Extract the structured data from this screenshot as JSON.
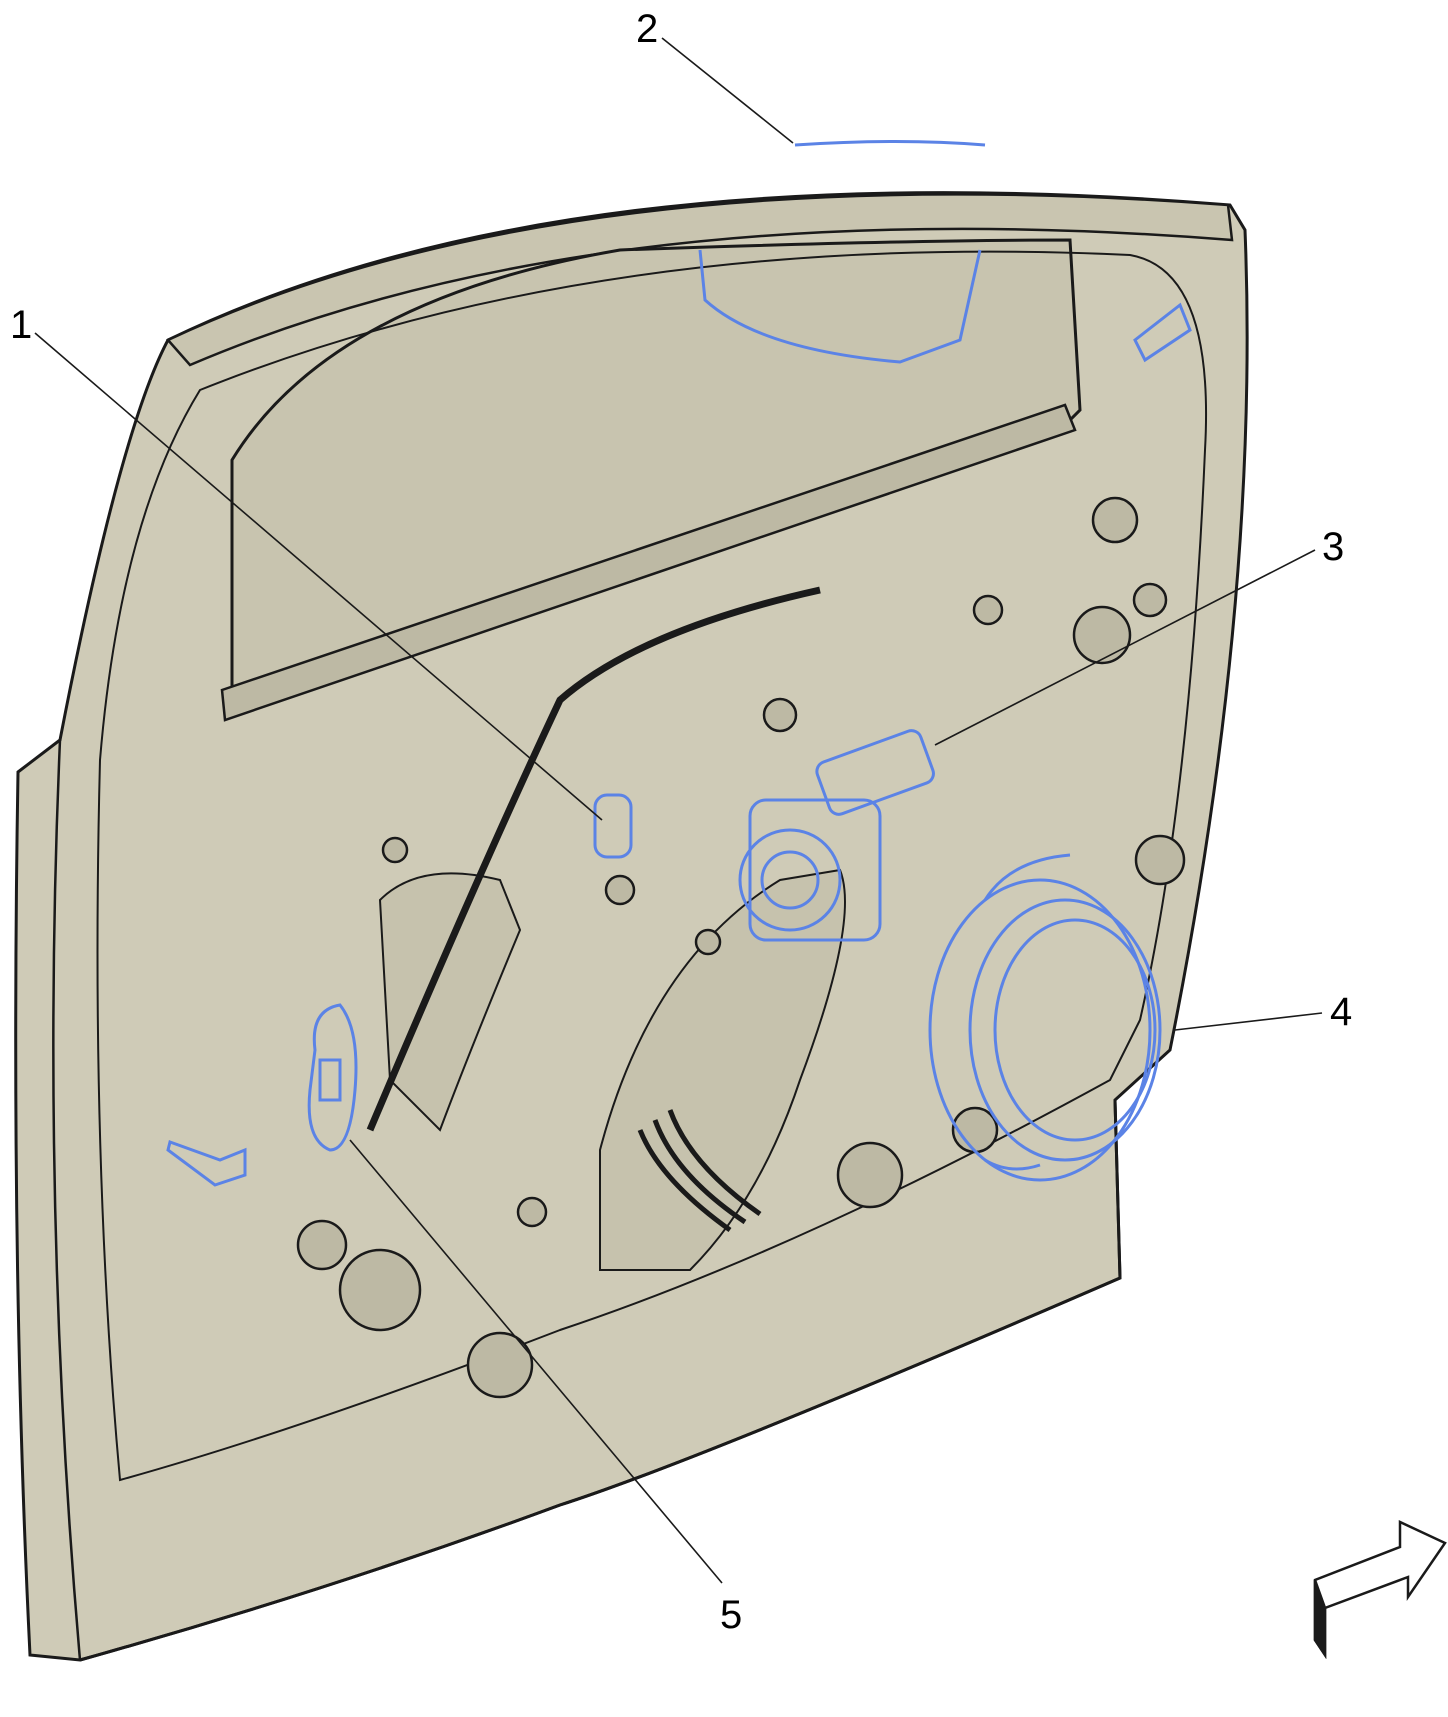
{
  "diagram": {
    "callouts": [
      {
        "id": "1",
        "label": "1"
      },
      {
        "id": "2",
        "label": "2"
      },
      {
        "id": "3",
        "label": "3"
      },
      {
        "id": "4",
        "label": "4"
      },
      {
        "id": "5",
        "label": "5"
      }
    ],
    "colors": {
      "panel_fill": "#cfcbb7",
      "outline": "#1a1a1a",
      "highlight": "#5b83e6",
      "background": "#ffffff"
    },
    "icons": [
      "direction-arrow-icon"
    ]
  }
}
